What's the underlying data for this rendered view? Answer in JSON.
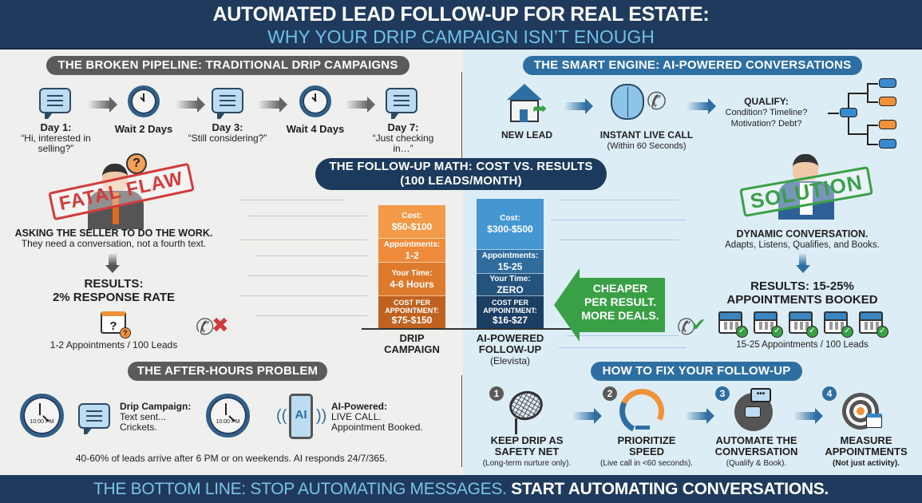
{
  "header": {
    "title": "AUTOMATED LEAD FOLLOW-UP FOR REAL ESTATE:",
    "subtitle": "WHY YOUR DRIP CAMPAIGN ISN’T ENOUGH"
  },
  "colors": {
    "navy": "#1f3a5c",
    "accent_blue": "#2e6fa3",
    "light_blue_text": "#6ec0e8",
    "orange": "#f0923a",
    "green": "#3aa046",
    "red": "#d33b3b",
    "left_bg": "#efefed",
    "right_bg": "#ddedf6"
  },
  "broken_pipeline": {
    "title": "THE BROKEN PIPELINE: TRADITIONAL DRIP CAMPAIGNS",
    "steps": [
      {
        "icon": "message-bubble-icon",
        "label": "Day 1:",
        "text": "“Hi, interested in selling?”"
      },
      {
        "icon": "clock-icon",
        "label": "Wait 2 Days",
        "text": ""
      },
      {
        "icon": "message-bubble-icon",
        "label": "Day 3:",
        "text": "“Still considering?”"
      },
      {
        "icon": "clock-icon",
        "label": "Wait 4 Days",
        "text": ""
      },
      {
        "icon": "message-bubble-icon",
        "label": "Day 7:",
        "text": "“Just checking in…”"
      }
    ],
    "stamp": "FATAL FLAW",
    "flaw_title": "ASKING THE SELLER TO DO THE WORK.",
    "flaw_text": "They need a conversation, not a fourth text.",
    "results_line1": "RESULTS:",
    "results_line2": "2% RESPONSE RATE",
    "results_caption": "1-2 Appointments / 100 Leads"
  },
  "smart_engine": {
    "title": "THE SMART ENGINE: AI-POWERED CONVERSATIONS",
    "new_lead": "NEW LEAD",
    "instant_call": "INSTANT LIVE CALL",
    "instant_call_sub": "(Within 60 Seconds)",
    "qualify_title": "QUALIFY:",
    "qualify_line1": "Condition? Timeline?",
    "qualify_line2": "Motivation? Debt?",
    "stamp": "SOLUTION",
    "solution_title": "DYNAMIC CONVERSATION.",
    "solution_text": "Adapts, Listens, Qualifies, and Books.",
    "results_line1": "RESULTS: 15-25%",
    "results_line2": "APPOINTMENTS BOOKED",
    "results_caption": "15-25 Appointments / 100 Leads"
  },
  "math": {
    "title_line1": "THE FOLLOW-UP MATH: COST VS. RESULTS",
    "title_line2": "(100 LEADS/MONTH)",
    "drip": {
      "label_line1": "DRIP",
      "label_line2": "CAMPAIGN",
      "segments": [
        {
          "k": "Cost:",
          "v": "$50-$100"
        },
        {
          "k": "Appointments:",
          "v": "1-2"
        },
        {
          "k": "Your Time:",
          "v": "4-6 Hours"
        },
        {
          "k": "COST PER APPOINTMENT:",
          "v": "$75-$150"
        }
      ]
    },
    "ai": {
      "label_line1": "AI-POWERED",
      "label_line2": "FOLLOW-UP",
      "label_line3": "(Elevista)",
      "segments": [
        {
          "k": "Cost:",
          "v": "$300-$500"
        },
        {
          "k": "Appointments:",
          "v": "15-25"
        },
        {
          "k": "Your Time:",
          "v": "ZERO"
        },
        {
          "k": "COST PER APPOINTMENT:",
          "v": "$16-$27"
        }
      ]
    },
    "callout_line1": "CHEAPER",
    "callout_line2": "PER RESULT.",
    "callout_line3": "MORE DEALS."
  },
  "after_hours": {
    "title": "THE AFTER-HOURS PROBLEM",
    "clock_time": "10:00 PM",
    "drip_title": "Drip Campaign:",
    "drip_line1": "Text sent...",
    "drip_line2": "Crickets.",
    "ai_badge": "AI",
    "ai_title": "AI-Powered:",
    "ai_line1": "LIVE CALL.",
    "ai_line2": "Appointment Booked.",
    "footnote": "40-60% of leads arrive after 6 PM or on weekends. AI responds 24/7/365."
  },
  "fix": {
    "title": "HOW TO FIX YOUR FOLLOW-UP",
    "steps": [
      {
        "num": "1",
        "title1": "KEEP DRIP AS",
        "title2": "SAFETY NET",
        "sub": "(Long-term nurture only)."
      },
      {
        "num": "2",
        "title1": "PRIORITIZE",
        "title2": "SPEED",
        "sub": "(Live call in <60 seconds)."
      },
      {
        "num": "3",
        "title1": "AUTOMATE THE",
        "title2": "CONVERSATION",
        "sub": "(Qualify & Book)."
      },
      {
        "num": "4",
        "title1": "MEASURE",
        "title2": "APPOINTMENTS",
        "sub": "(Not just activity)."
      }
    ]
  },
  "footer": {
    "part1": "THE BOTTOM LINE: STOP AUTOMATING MESSAGES.",
    "part2": "START AUTOMATING CONVERSATIONS."
  }
}
